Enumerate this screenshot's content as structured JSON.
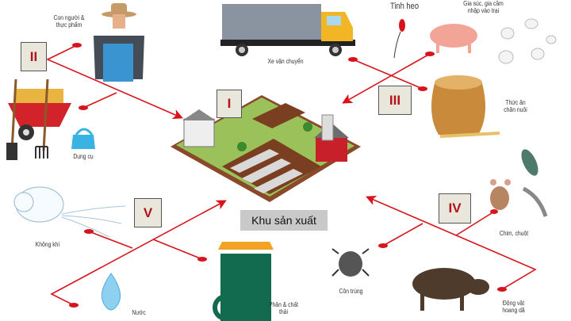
{
  "center": {
    "label": "Khu sản xuất",
    "numeral": "I"
  },
  "groups": [
    {
      "numeral": "II",
      "items": [
        "Con người & thực phẩm",
        "Dụng cụ"
      ]
    },
    {
      "numeral": "III",
      "items": [
        "Xe vận chuyển",
        "Tinh heo",
        "Gia súc, gia cầm nhập vào trại",
        "Thức ăn chăn nuôi"
      ]
    },
    {
      "numeral": "IV",
      "items": [
        "Chim, chuột",
        "Côn trùng",
        "Động vật hoang dã"
      ]
    },
    {
      "numeral": "V",
      "items": [
        "Không khí",
        "Nước",
        "Phân & chất thải"
      ]
    }
  ],
  "colors": {
    "arrow": "#d7141c",
    "box": "#e9e6dc",
    "zone_label_bg": "#c9c9c9"
  }
}
